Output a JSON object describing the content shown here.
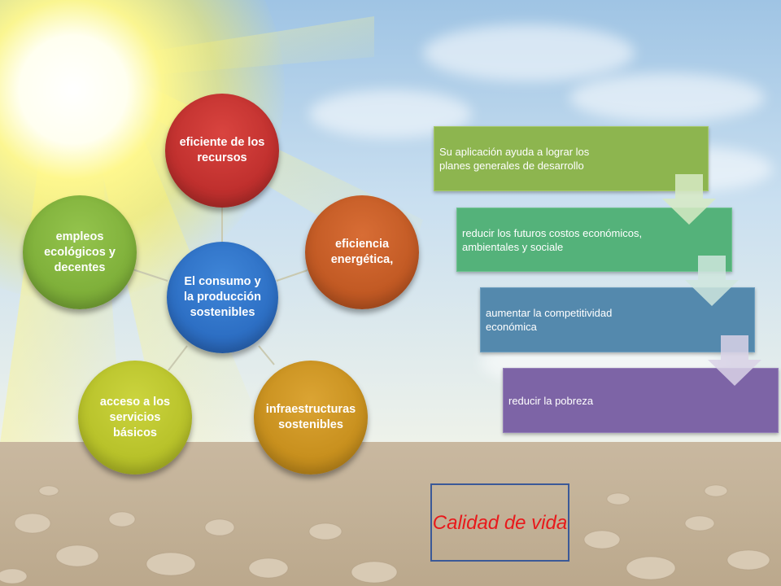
{
  "diagram": {
    "center": "El consumo y la producción sostenibles",
    "nodes": [
      {
        "label": "eficiente de los recursos",
        "color": "#c0302e"
      },
      {
        "label": "eficiencia energética,",
        "color": "#c25a24"
      },
      {
        "label": "infraestructuras sostenibles",
        "color": "#c8901e"
      },
      {
        "label": "acceso a los servicios básicos",
        "color": "#b8c22a"
      },
      {
        "label": "empleos ecológicos y decentes",
        "color": "#7fb03a"
      }
    ],
    "center_color": "#2d6fc4"
  },
  "process": {
    "steps": [
      {
        "text": "Su aplicación ayuda a lograr los planes generales de desarrollo",
        "color": "#8db54f"
      },
      {
        "text": "reducir los futuros costos económicos, ambientales y sociale",
        "color": "#54b27a"
      },
      {
        "text": "aumentar la competitividad económica",
        "color": "#5489ad"
      },
      {
        "text": "reducir la pobreza",
        "color": "#7d64a6"
      }
    ]
  },
  "callout": {
    "text": "Calidad de vida",
    "text_color": "#e8191b",
    "border_color": "#3b5998"
  }
}
